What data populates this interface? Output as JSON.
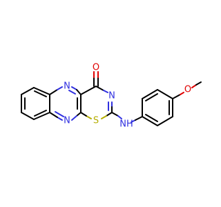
{
  "molecule": {
    "atoms": {
      "n_ring_top": {
        "label": "N",
        "color": "#2f2fe0"
      },
      "n_ring_bottom": {
        "label": "N",
        "color": "#2f2fe0"
      },
      "n_thiazine": {
        "label": "N",
        "color": "#2f2fe0"
      },
      "s_thiazine": {
        "label": "S",
        "color": "#b5ad00"
      },
      "o_carbonyl": {
        "label": "O",
        "color": "#e00000"
      },
      "o_methoxy": {
        "label": "O",
        "color": "#e00000"
      },
      "nh_amine": {
        "label": "NH",
        "color": "#2f2fe0"
      }
    }
  }
}
